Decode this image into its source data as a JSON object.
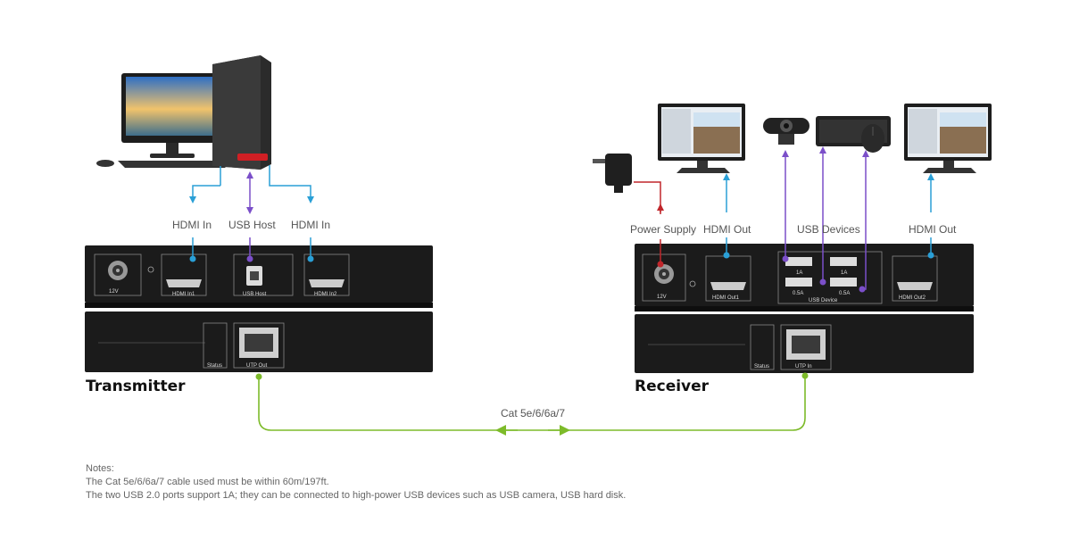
{
  "labels": {
    "tx_hdmi_in_a": "HDMI In",
    "tx_usb_host": "USB Host",
    "tx_hdmi_in_b": "HDMI In",
    "rx_power_supply": "Power Supply",
    "rx_hdmi_out_a": "HDMI Out",
    "rx_usb_devices": "USB Devices",
    "rx_hdmi_out_b": "HDMI Out",
    "cable": "Cat 5e/6/6a/7"
  },
  "transmitter": {
    "title": "Transmitter",
    "ports": {
      "power": "12V",
      "hdmi1": "HDMI In1",
      "usb_host": "USB Host",
      "hdmi2": "HDMI In2",
      "status": "Status",
      "utp": "UTP Out"
    }
  },
  "receiver": {
    "title": "Receiver",
    "ports": {
      "power": "12V",
      "hdmi1": "HDMI Out1",
      "usb_1a_a": "1A",
      "usb_1a_b": "1A",
      "usb_05a_a": "0.5A",
      "usb_05a_b": "0.5A",
      "usb_device": "USB Device",
      "hdmi2": "HDMI Out2",
      "status": "Status",
      "utp": "UTP In"
    }
  },
  "notes": {
    "heading": "Notes:",
    "line1": "The Cat 5e/6/6a/7 cable used must be within 60m/197ft.",
    "line2": "The two USB 2.0 ports support 1A; they can be connected to high-power USB devices such as USB camera, USB hard disk."
  },
  "colors": {
    "hdmi": "#2a9fd6",
    "usb": "#7b4fc9",
    "power": "#c0262b",
    "cat": "#7dbb2a",
    "device": "#1d1d1d"
  }
}
